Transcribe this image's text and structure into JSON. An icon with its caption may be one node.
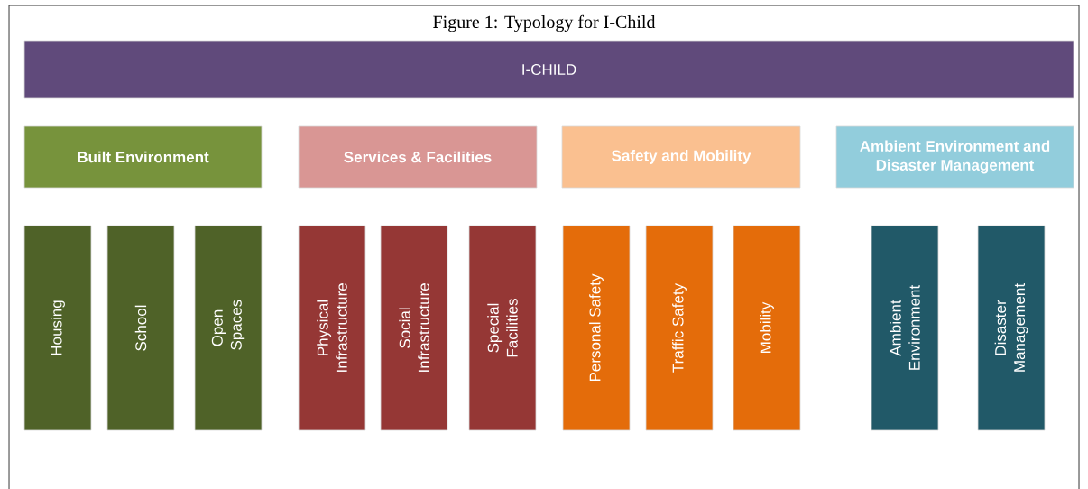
{
  "diagram": {
    "title": "Figure 1: Typology for I-Child",
    "nodes": [
      {
        "text": [
          "I-CHILD"
        ]
      },
      {
        "text": [
          "Built Environment"
        ]
      },
      {
        "text": [
          "Services & Facilities"
        ]
      },
      {
        "text": [
          "Safety and Mobility"
        ]
      },
      {
        "text": [
          "Ambient Environment and Disaster Management"
        ]
      },
      {
        "text": [
          "Housing"
        ]
      },
      {
        "text": [
          "School"
        ]
      },
      {
        "text": [
          "Open Spaces"
        ]
      },
      {
        "text": [
          "Physical Infrastructure"
        ]
      },
      {
        "text": [
          "Social Infrastructure"
        ]
      },
      {
        "text": [
          "Special Facilities"
        ]
      },
      {
        "text": [
          "Personal Safety"
        ]
      },
      {
        "text": [
          "Traffic Safety"
        ]
      },
      {
        "text": [
          "Mobility"
        ]
      },
      {
        "text": [
          "Ambient Environment"
        ]
      },
      {
        "text": [
          "Disaster Management"
        ]
      }
    ]
  }
}
